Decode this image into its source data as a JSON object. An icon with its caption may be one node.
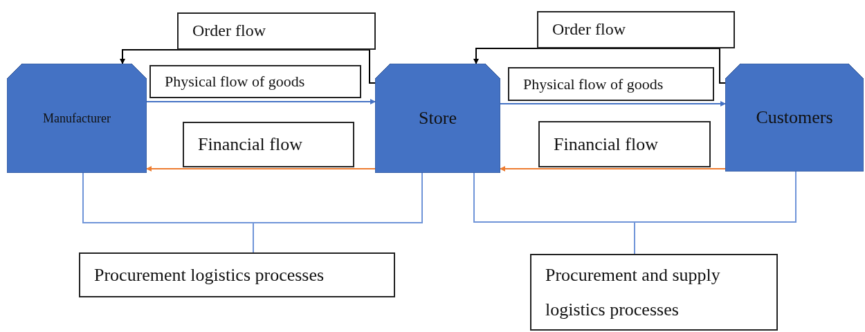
{
  "diagram": {
    "nodes": [
      {
        "text": [
          "Manufacturer"
        ]
      },
      {
        "text": [
          "Order flow"
        ]
      },
      {
        "text": [
          "Physical flow of goods"
        ]
      },
      {
        "text": [
          "Financial flow"
        ]
      },
      {
        "text": [
          "Store"
        ]
      },
      {
        "text": [
          "Order flow"
        ]
      },
      {
        "text": [
          "Physical flow of goods"
        ]
      },
      {
        "text": [
          "Financial flow"
        ]
      },
      {
        "text": [
          "Customers"
        ]
      },
      {
        "text": [
          "Procurement logistics processes"
        ]
      },
      {
        "text": [
          "Procurement and supply logistics processes"
        ]
      }
    ],
    "edges": [
      {
        "from": 4,
        "to": 0,
        "arrow": "to",
        "color": "#000000"
      },
      {
        "from": 0,
        "to": 4,
        "arrow": "to",
        "color": "#4472c4"
      },
      {
        "from": 4,
        "to": 0,
        "arrow": "to",
        "color": "#ed7d31"
      },
      {
        "from": 8,
        "to": 4,
        "arrow": "to",
        "color": "#000000"
      },
      {
        "from": 4,
        "to": 8,
        "arrow": "to",
        "color": "#4472c4"
      },
      {
        "from": 8,
        "to": 4,
        "arrow": "to",
        "color": "#ed7d31"
      },
      {
        "from": 0,
        "to": 9,
        "arrow": "none"
      },
      {
        "from": 4,
        "to": 9,
        "arrow": "none"
      },
      {
        "from": 4,
        "to": 10,
        "arrow": "none"
      },
      {
        "from": 8,
        "to": 10,
        "arrow": "none"
      }
    ]
  }
}
